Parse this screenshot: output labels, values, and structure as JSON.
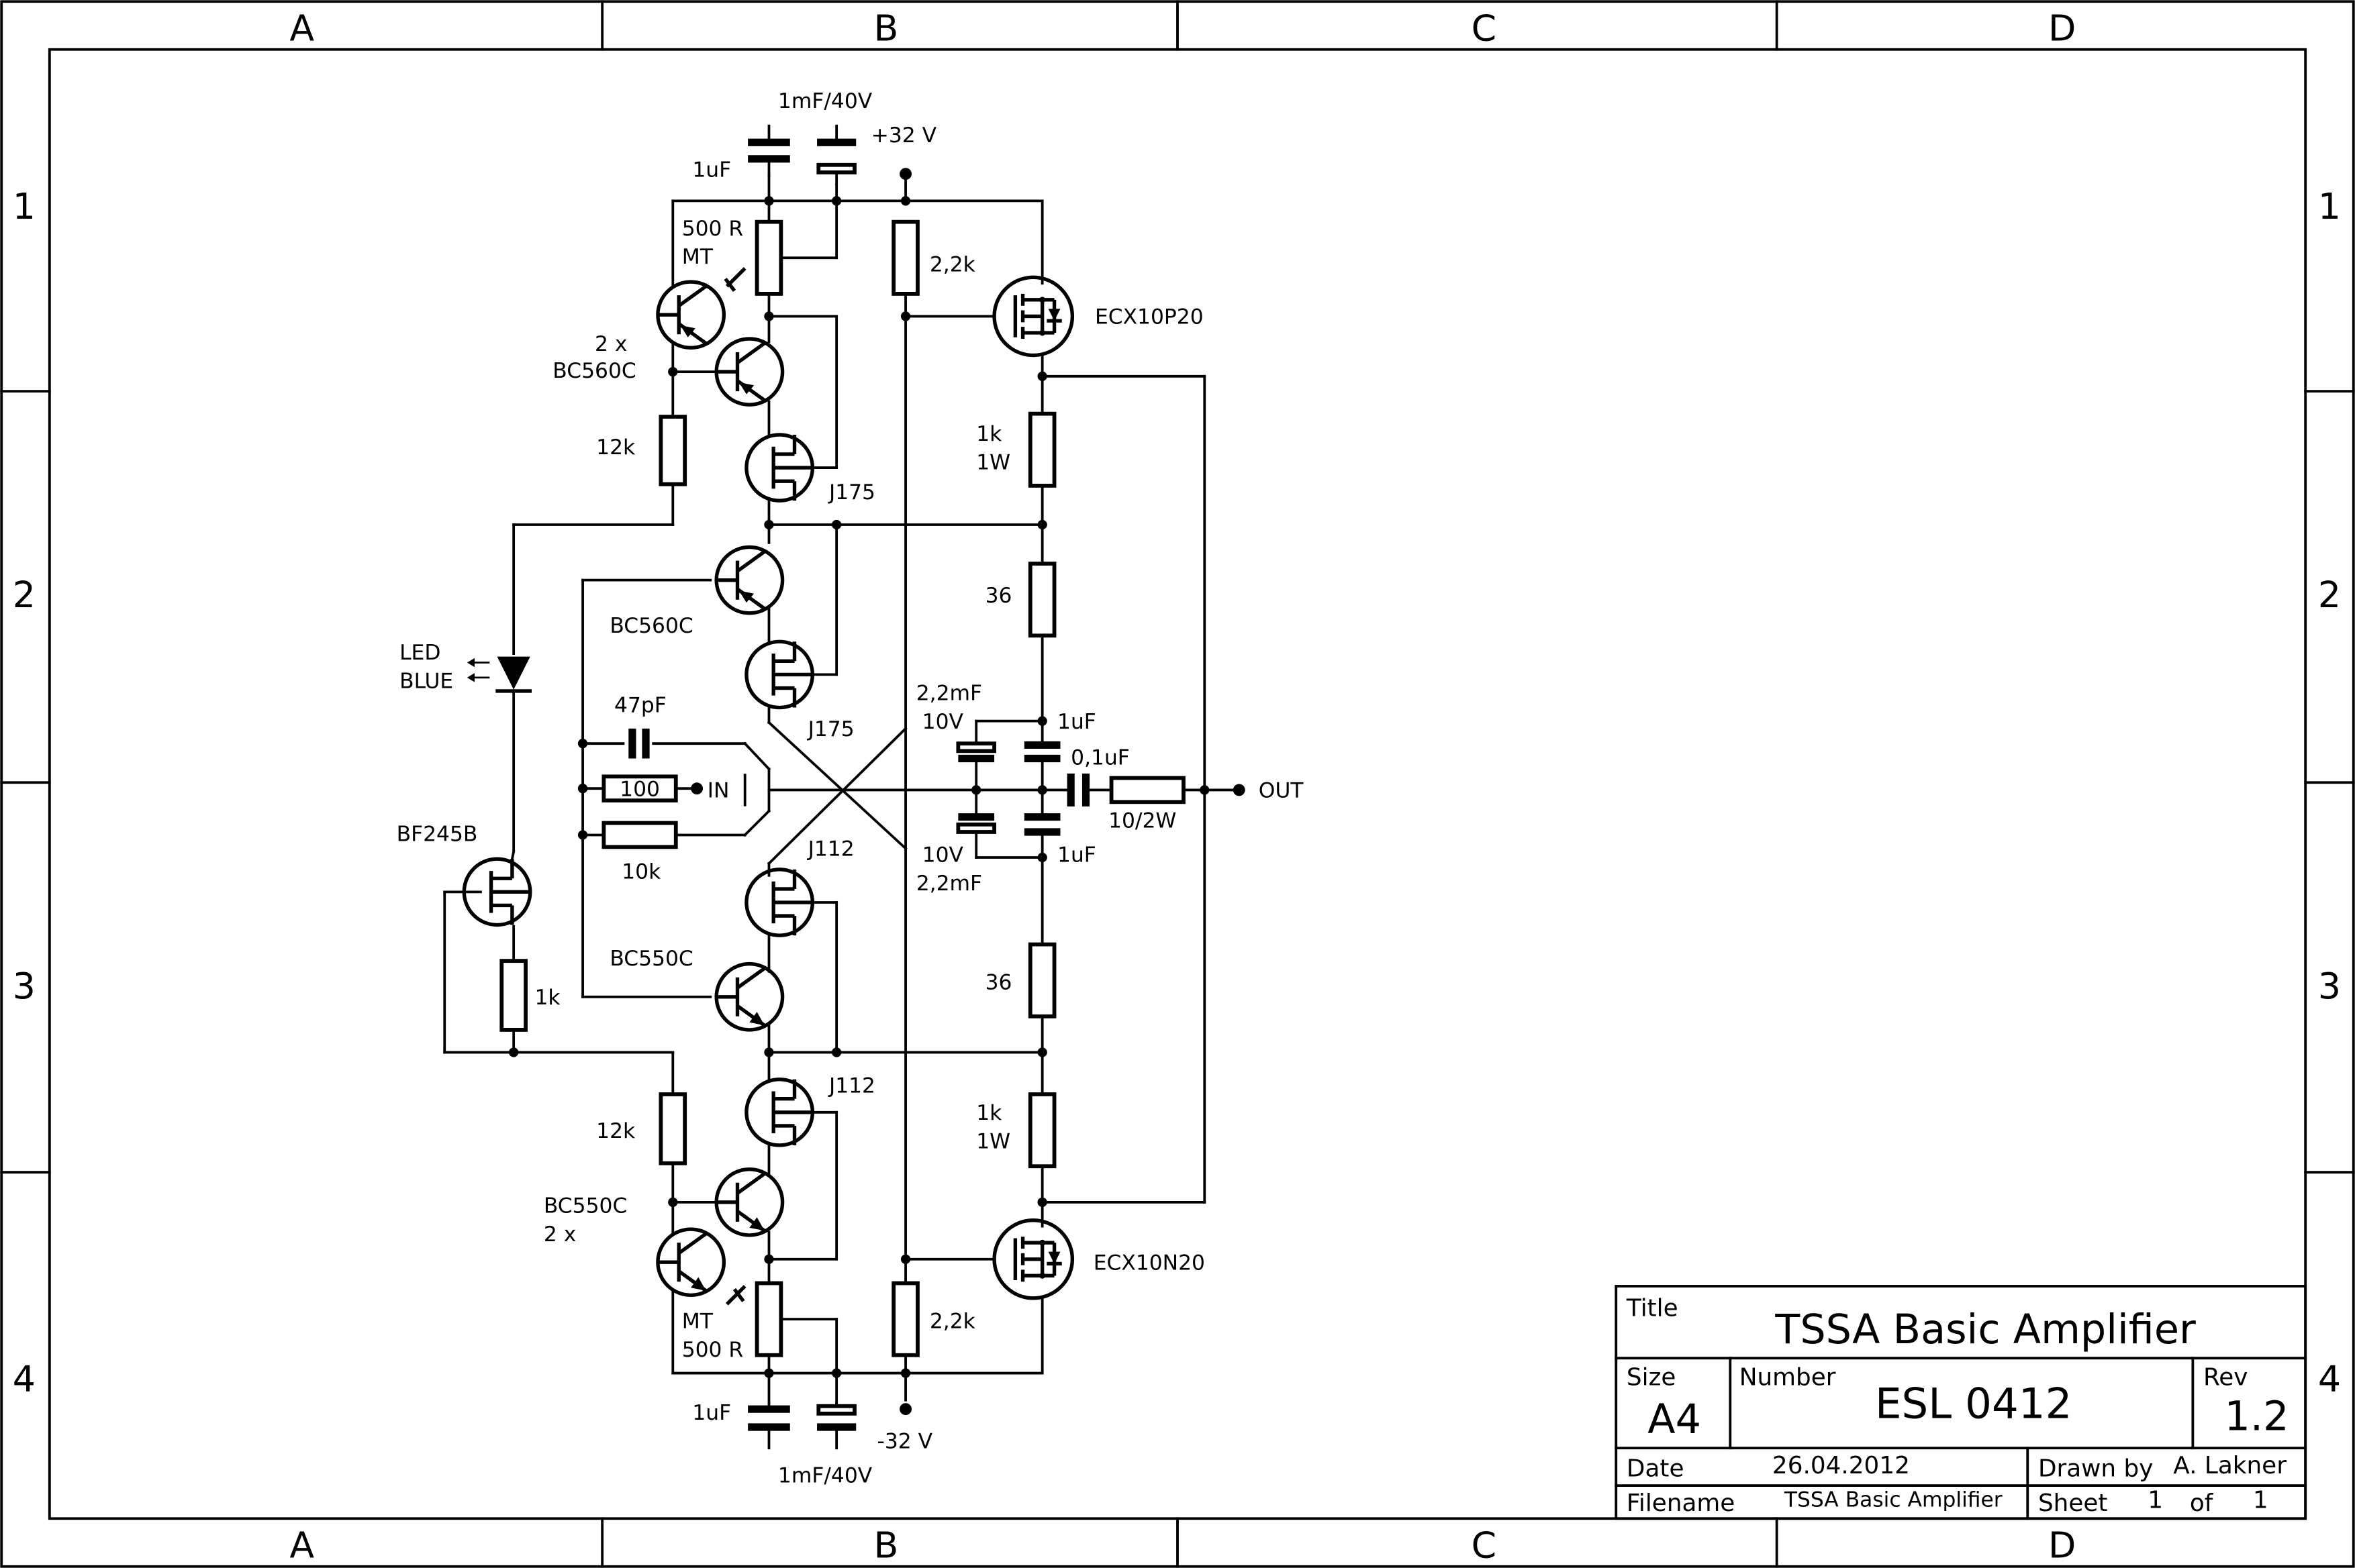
{
  "border": {
    "columns": [
      "A",
      "B",
      "C",
      "D"
    ],
    "rows": [
      "1",
      "2",
      "3",
      "4"
    ]
  },
  "labels": {
    "c_top_elko": "1mF/40V",
    "c_top_film": "1uF",
    "v_pos": "+32 V",
    "pot_top_1": "500 R",
    "pot_top_2": "MT",
    "r_2k2_top": "2,2k",
    "q_p_mosfet": "ECX10P20",
    "q_bc560_pair_1": "2 x",
    "q_bc560_pair_2": "BC560C",
    "r_12k_top": "12k",
    "r_1k_1w_top_1": "1k",
    "r_1k_1w_top_2": "1W",
    "j175_top": "J175",
    "q_bc560_single": "BC560C",
    "r_36_top": "36",
    "led_1": "LED",
    "led_2": "BLUE",
    "j175_bottom": "J175",
    "c_47p": "47pF",
    "c_2m2_top_1": "2,2mF",
    "c_2m2_top_2": "10V",
    "c_1u_out_top": "1uF",
    "c_0u1": "0,1uF",
    "r_100": "100",
    "in": "IN",
    "out": "OUT",
    "r_10_2w": "10/2W",
    "r_10k": "10k",
    "c_2m2_bot_1": "10V",
    "c_2m2_bot_2": "2,2mF",
    "c_1u_out_bot": "1uF",
    "q_bf245": "BF245B",
    "j112_top": "J112",
    "q_bc550_single": "BC550C",
    "r_36_bot": "36",
    "r_1k_src": "1k",
    "j112_bottom": "J112",
    "r_12k_bot": "12k",
    "r_1k_1w_bot_1": "1k",
    "r_1k_1w_bot_2": "1W",
    "q_bc550_pair_1": "BC550C",
    "q_bc550_pair_2": "2 x",
    "q_n_mosfet": "ECX10N20",
    "pot_bot_1": "MT",
    "pot_bot_2": "500 R",
    "r_2k2_bot": "2,2k",
    "c_bot_film": "1uF",
    "v_neg": "-32 V",
    "c_bot_elko": "1mF/40V"
  },
  "title_block": {
    "title_caption": "Title",
    "title": "TSSA Basic Amplifier",
    "size_caption": "Size",
    "size": "A4",
    "number_caption": "Number",
    "number": "ESL 0412",
    "rev_caption": "Rev",
    "rev": "1.2",
    "date_caption": "Date",
    "date": "26.04.2012",
    "drawn_caption": "Drawn by",
    "drawn_by": "A. Lakner",
    "filename_caption": "Filename",
    "filename": "TSSA Basic Amplifier",
    "sheet_caption": "Sheet",
    "sheet": "1",
    "of_caption": "of",
    "sheets": "1"
  }
}
